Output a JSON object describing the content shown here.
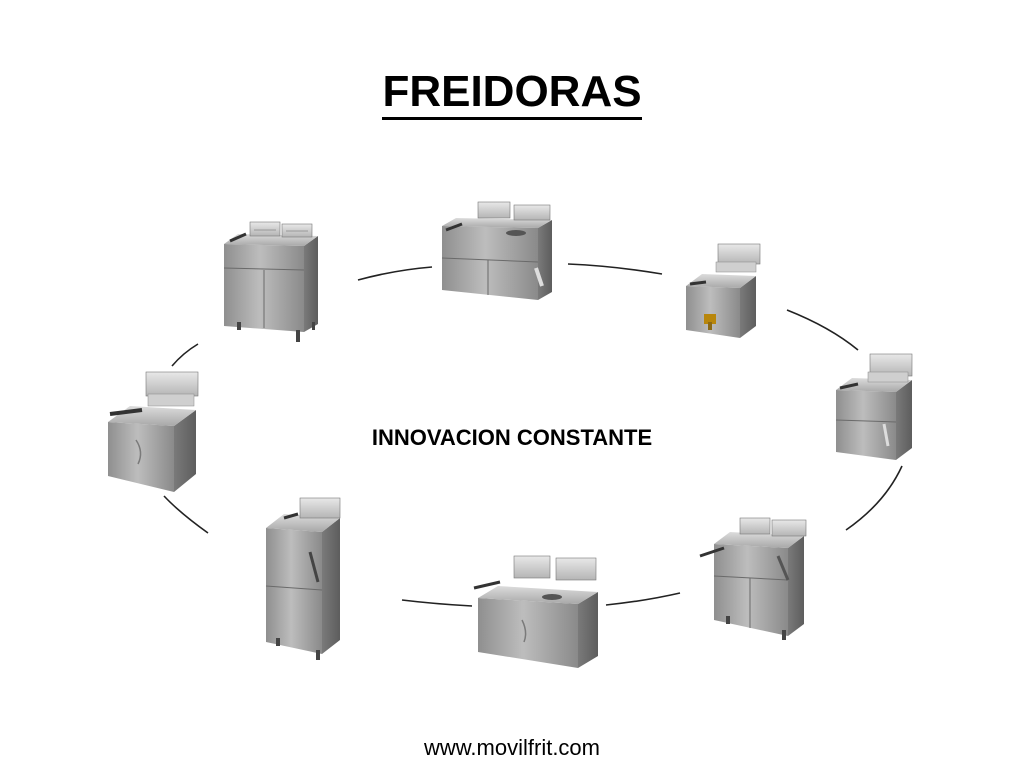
{
  "slide": {
    "title": "FREIDORAS",
    "slogan": "INNOVACION CONSTANTE",
    "website": "www.movilfrit.com"
  },
  "products": [
    {
      "type": "double fryer on cabinet"
    },
    {
      "type": "double countertop fryer with drawer base"
    },
    {
      "type": "single countertop fryer with drain tap"
    },
    {
      "type": "single countertop fryer with cabinet"
    },
    {
      "type": "double fryer on cabinet with drain tap"
    },
    {
      "type": "double countertop fryer"
    },
    {
      "type": "single fryer on cabinet"
    },
    {
      "type": "single countertop fryer"
    }
  ],
  "colors": {
    "steel_light": "#c9c9c9",
    "steel_mid": "#9a9a9a",
    "steel_dark": "#6e6e6e",
    "connector": "#222222"
  }
}
